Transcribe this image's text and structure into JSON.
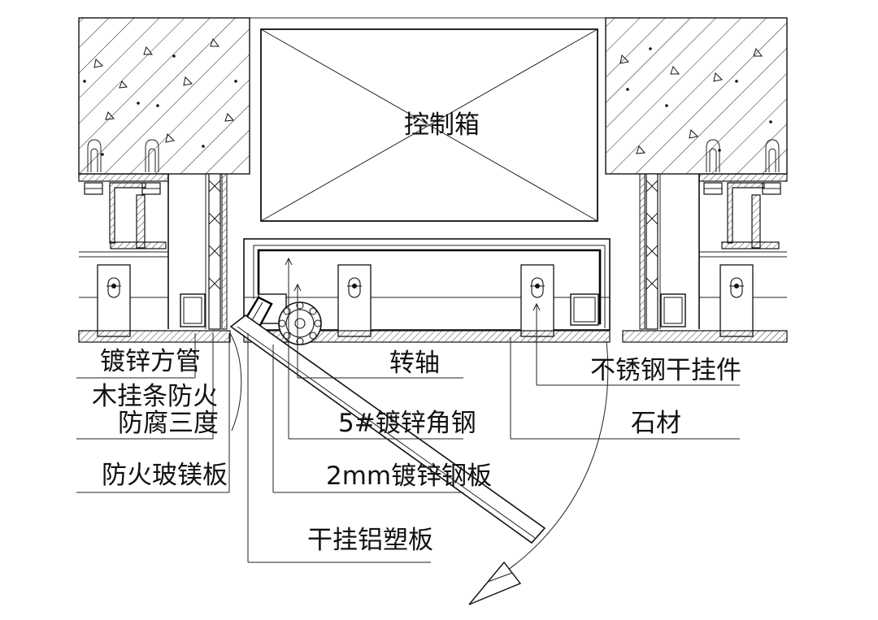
{
  "labels": {
    "control_box": "控制箱",
    "galvanized_square_tube": "镀锌方管",
    "wood_purlin_fireproof": "木挂条防火",
    "anticorrosion_three_coats": "防腐三度",
    "fireproof_mgo_board": "防火玻镁板",
    "pivot_shaft": "转轴",
    "angle_steel": "5#镀锌角钢",
    "steel_plate": "2mm镀锌钢板",
    "aluminum_composite_panel": "干挂铝塑板",
    "stainless_dry_hanger": "不锈钢干挂件",
    "stone": "石材"
  },
  "colors": {
    "line": "#111111",
    "background": "#ffffff"
  }
}
